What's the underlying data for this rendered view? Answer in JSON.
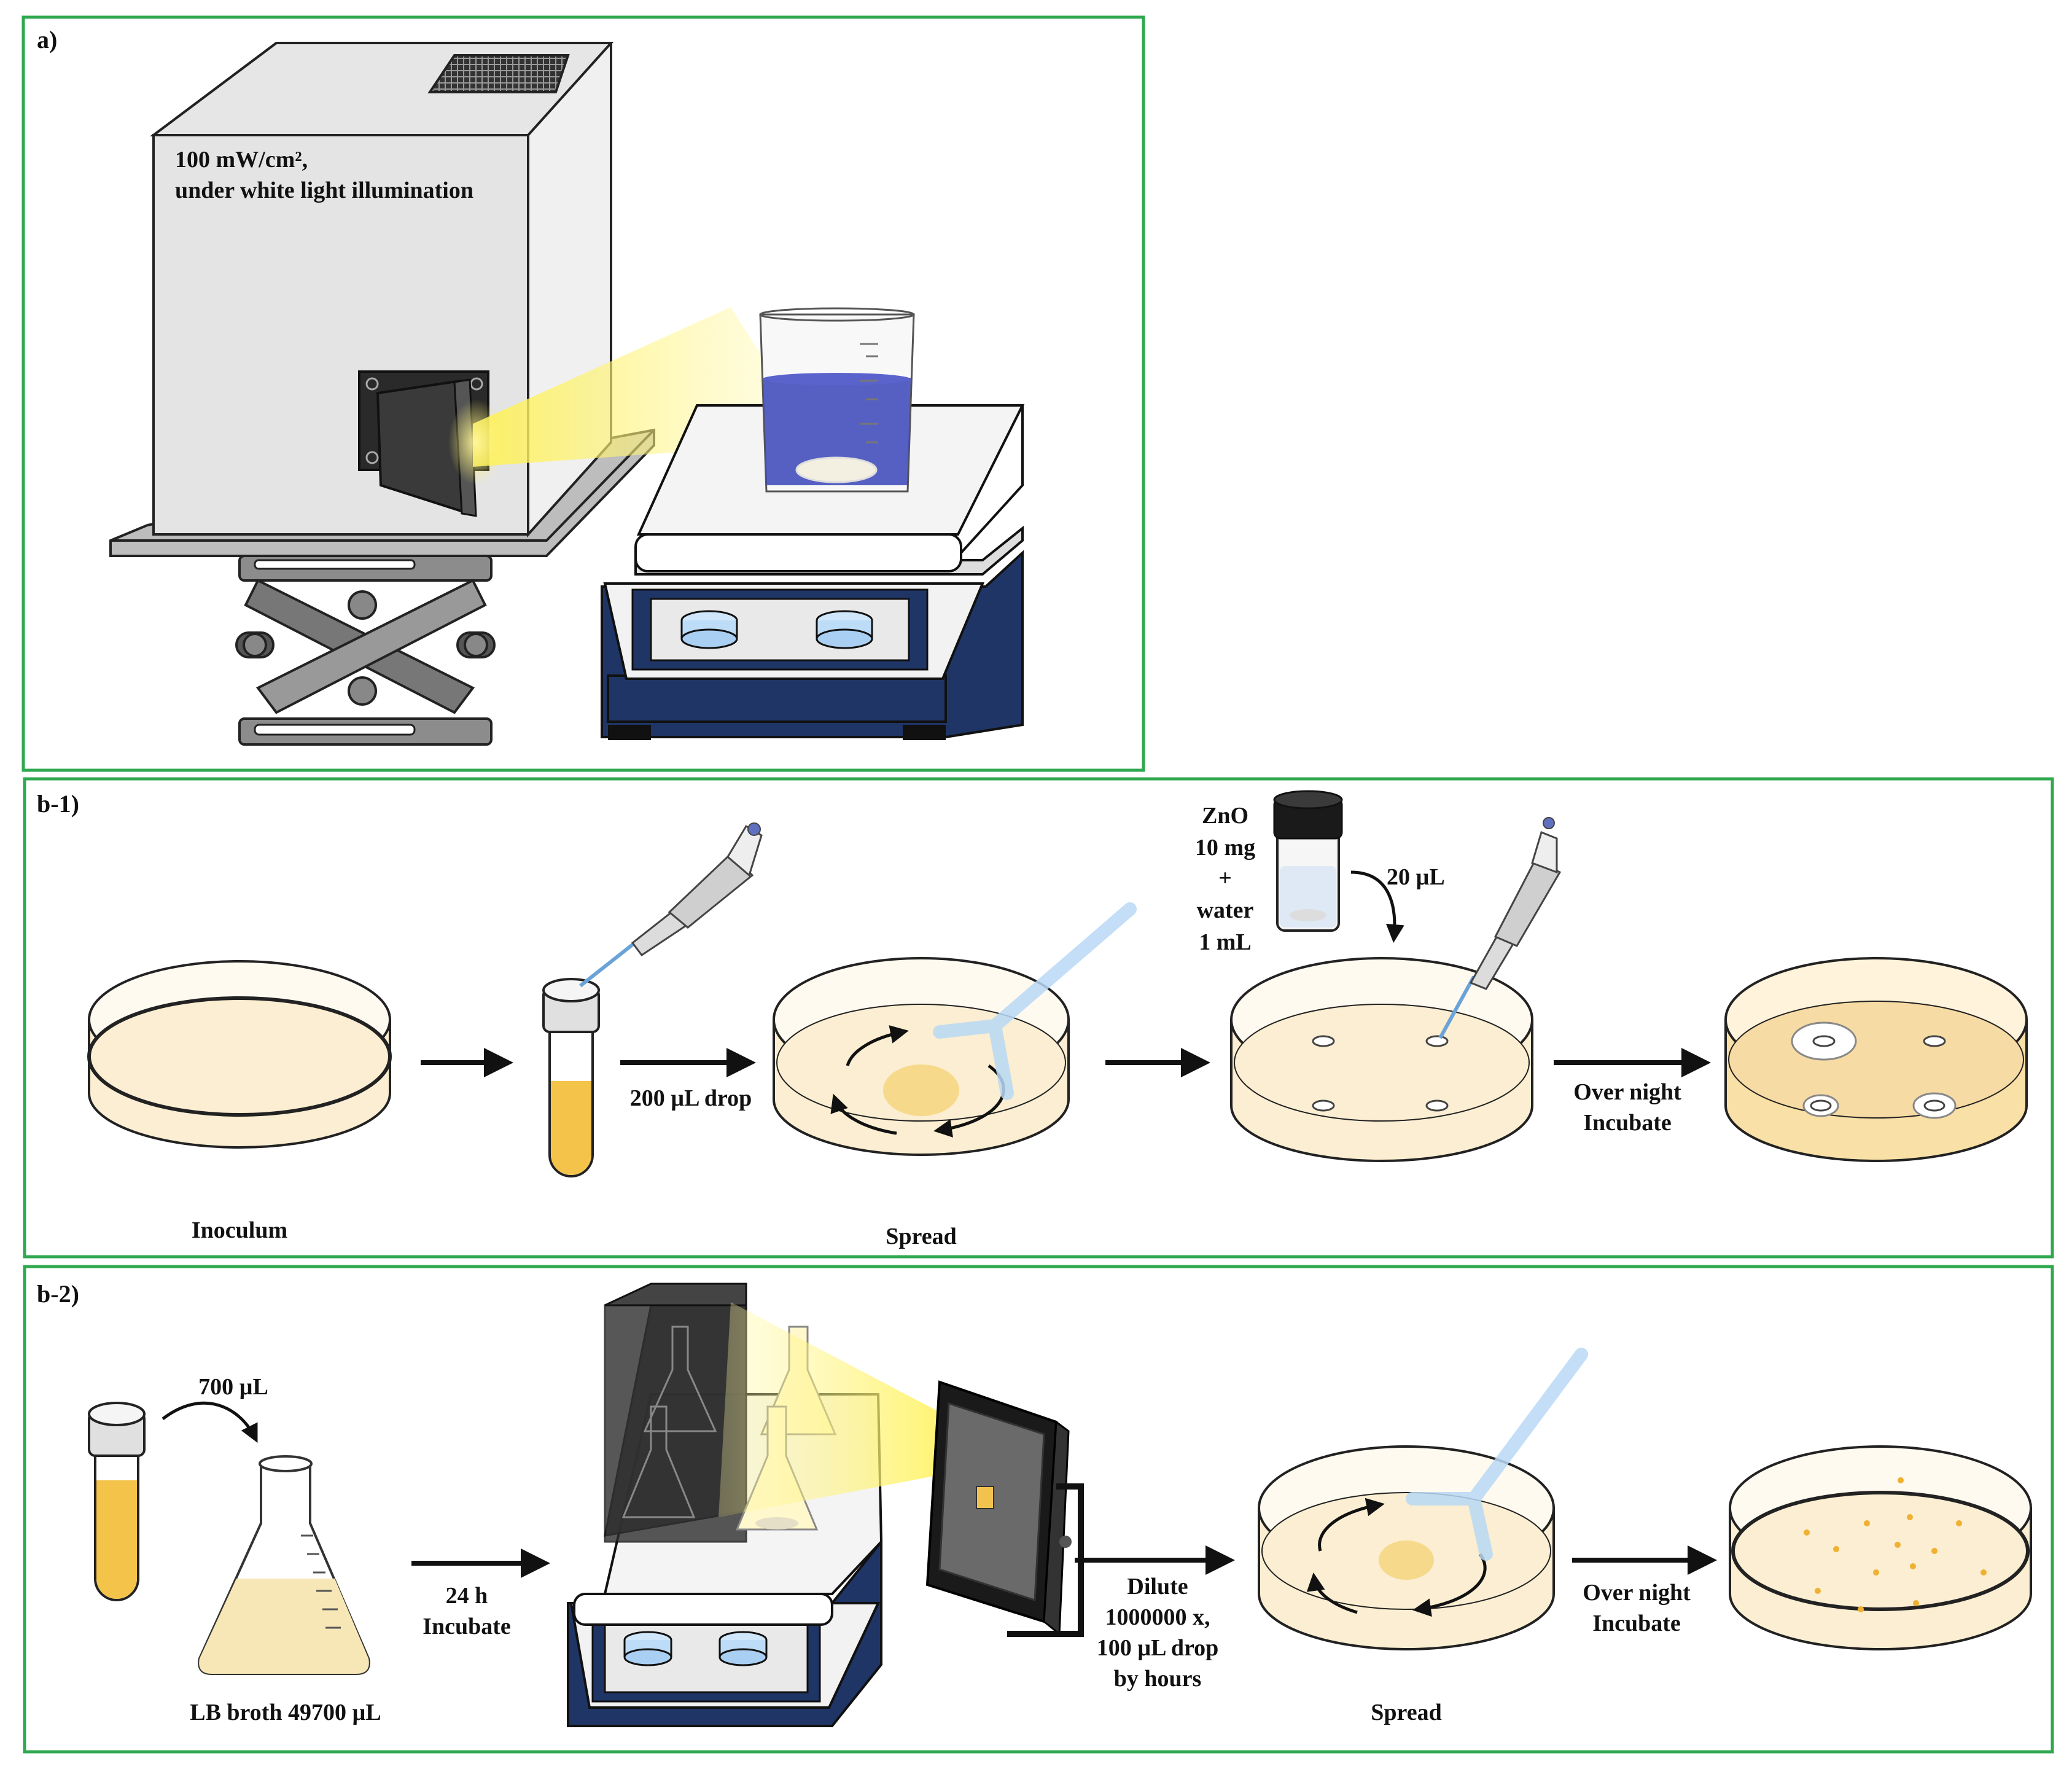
{
  "panels": {
    "a": {
      "label": "a)",
      "lamp_text_line1": "100 mW/cm²,",
      "lamp_text_line2": "under white light illumination"
    },
    "b1": {
      "label": "b-1)",
      "inoculum": "Inoculum",
      "drop": "200 µL drop",
      "spread": "Spread",
      "zno_lines": [
        "ZnO",
        "10 mg",
        "+",
        "water",
        "1 mL"
      ],
      "volume": "20 µL",
      "incubate_lines": [
        "Over night",
        "Incubate"
      ]
    },
    "b2": {
      "label": "b-2)",
      "transfer": "700 µL",
      "broth": "LB broth 49700 µL",
      "incubate24_lines": [
        "24 h",
        "Incubate"
      ],
      "dilute_lines": [
        "Dilute",
        "1000000 x,",
        "100 µL drop",
        "by hours"
      ],
      "spread": "Spread",
      "incubate_lines": [
        "Over night",
        "Incubate"
      ]
    }
  },
  "colors": {
    "panel_border": "#2fa84f",
    "agar": "#fbeed2",
    "agar_dark": "#f7dba4",
    "culture": "#f3c34a",
    "hotplate_blue": "#1f3566",
    "light_yellow": "#ffef60",
    "beaker_water": "#3a45b8",
    "spreader": "#b9d9f5"
  }
}
